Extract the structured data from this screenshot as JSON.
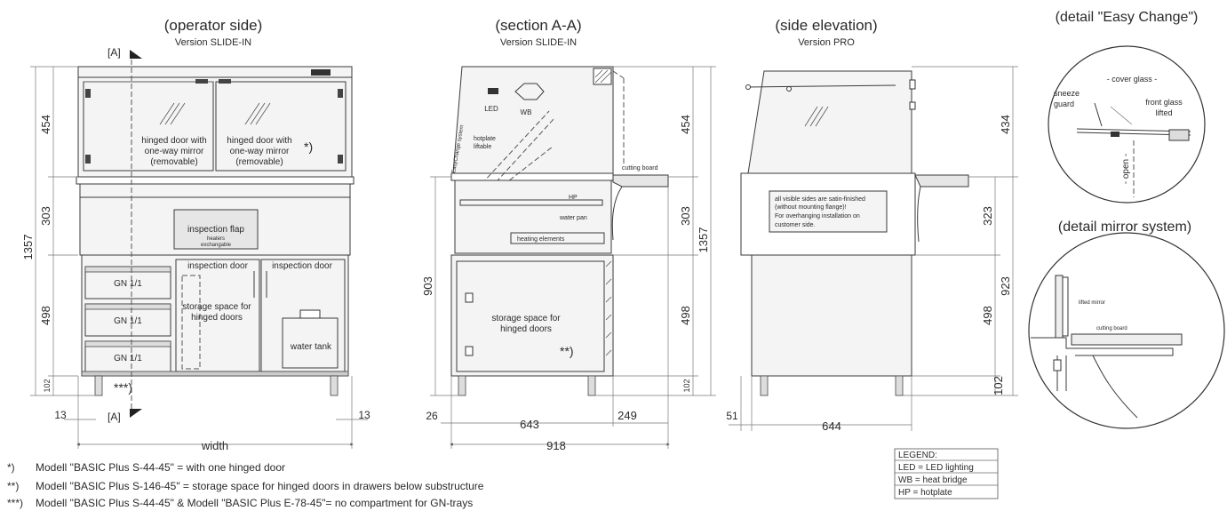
{
  "views": {
    "operator": {
      "title": "(operator side)",
      "version": "Version SLIDE-IN"
    },
    "section": {
      "title": "(section A-A)",
      "version": "Version SLIDE-IN"
    },
    "side": {
      "title": "(side elevation)",
      "version": "Version PRO"
    },
    "easy": {
      "title": "(detail \"Easy Change\")"
    },
    "mirror": {
      "title": "(detail mirror system)"
    }
  },
  "operator_labels": {
    "section_mark_top": "[A]",
    "section_mark_bottom": "[A]",
    "door_left_1": "hinged door with",
    "door_left_2": "one-way mirror",
    "door_left_3": "(removable)",
    "door_right_1": "hinged door with",
    "door_right_2": "one-way mirror",
    "door_right_3": "(removable)",
    "star1": "*)",
    "flap_1": "inspection flap",
    "flap_2": "heaters",
    "flap_3": "exchangable",
    "insp_door_left": "inspection door",
    "insp_door_right": "inspection door",
    "gn1": "GN 1/1",
    "gn2": "GN 1/1",
    "gn3": "GN 1/1",
    "storage_1": "storage space for",
    "storage_2": "hinged doors",
    "water_tank": "water tank",
    "star3": "***)",
    "width": "width",
    "dim_13_left": "13",
    "dim_13_right": "13"
  },
  "operator_dims_left": {
    "total": "1357",
    "top": "454",
    "mid": "303",
    "low": "498",
    "foot": "102"
  },
  "section_labels": {
    "easychange": "EasyChange system",
    "led": "LED",
    "wb": "WB",
    "hotplate_1": "hotplate",
    "hotplate_2": "liftable",
    "cutting": "cutting board",
    "hp": "HP",
    "water_pan": "water pan",
    "heating": "heating elements",
    "storage_1": "storage space for",
    "storage_2": "hinged doors",
    "star2": "**)",
    "dim_903": "903",
    "dim_454": "454",
    "dim_303": "303",
    "dim_498": "498",
    "dim_1357": "1357",
    "dim_102": "102",
    "dim_26": "26",
    "dim_643": "643",
    "dim_249": "249",
    "dim_918": "918"
  },
  "side_labels": {
    "note_1": "all visible sides are satin-finished",
    "note_2": "(without mounting flange)!",
    "note_3": "For overhanging installation on",
    "note_4": "customer side.",
    "dim_434": "434",
    "dim_323": "323",
    "dim_923": "923",
    "dim_498": "498",
    "dim_102": "102",
    "dim_51": "51",
    "dim_644": "644"
  },
  "easy_labels": {
    "cover_glass": "- cover glass -",
    "sneeze_1": "sneeze",
    "sneeze_2": "guard",
    "front_1": "front glass",
    "front_2": "lifted",
    "open": "- open -"
  },
  "mirror_labels": {
    "lifted": "lifted mirror",
    "cutting": "cutting board"
  },
  "legend": {
    "title": "LEGEND:",
    "items": [
      "LED = LED lighting",
      "WB = heat bridge",
      "HP = hotplate"
    ]
  },
  "footnotes": [
    {
      "mark": "*)",
      "text": "Modell \"BASIC Plus S-44-45\" = with one hinged door"
    },
    {
      "mark": "**)",
      "text": "Modell \"BASIC Plus S-146-45\" = storage space for hinged doors  in drawers below substructure"
    },
    {
      "mark": "***)",
      "text": "Modell \"BASIC Plus S-44-45\" & Modell \"BASIC Plus E-78-45\"= no compartment for GN-trays"
    }
  ]
}
